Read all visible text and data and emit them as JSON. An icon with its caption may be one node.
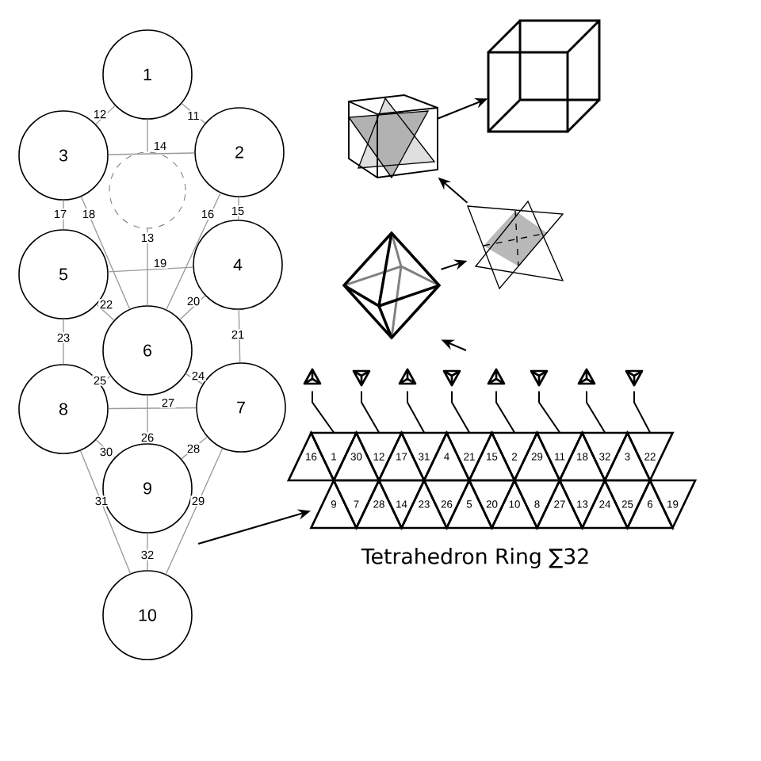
{
  "diagram": {
    "nodes": [
      {
        "text": [
          "1"
        ]
      },
      {
        "text": [
          "2"
        ]
      },
      {
        "text": [
          "3"
        ]
      },
      {
        "text": [
          "4"
        ]
      },
      {
        "text": [
          "5"
        ]
      },
      {
        "text": [
          "6"
        ]
      },
      {
        "text": [
          "7"
        ]
      },
      {
        "text": [
          "8"
        ]
      },
      {
        "text": [
          "9"
        ]
      },
      {
        "text": [
          "10"
        ]
      },
      {
        "text": [],
        "shape": "circle"
      },
      {
        "text": [],
        "shape": "picture"
      },
      {
        "text": [],
        "shape": "picture"
      },
      {
        "text": [],
        "shape": "picture"
      },
      {
        "text": [],
        "shape": "picture"
      },
      {
        "text": [],
        "shape": "triangle"
      },
      {
        "text": [],
        "shape": "triangle"
      },
      {
        "text": [],
        "shape": "triangle"
      },
      {
        "text": [],
        "shape": "triangle"
      },
      {
        "text": [],
        "shape": "triangle"
      },
      {
        "text": [],
        "shape": "triangle"
      },
      {
        "text": [],
        "shape": "triangle"
      },
      {
        "text": [],
        "shape": "triangle"
      },
      {
        "text": [
          "16"
        ]
      },
      {
        "text": [
          "1"
        ]
      },
      {
        "text": [
          "30"
        ]
      },
      {
        "text": [
          "12"
        ]
      },
      {
        "text": [
          "17"
        ]
      },
      {
        "text": [
          "31"
        ]
      },
      {
        "text": [
          "4"
        ]
      },
      {
        "text": [
          "21"
        ]
      },
      {
        "text": [
          "15"
        ]
      },
      {
        "text": [
          "2"
        ]
      },
      {
        "text": [
          "29"
        ]
      },
      {
        "text": [
          "11"
        ]
      },
      {
        "text": [
          "18"
        ]
      },
      {
        "text": [
          "32"
        ]
      },
      {
        "text": [
          "3"
        ]
      },
      {
        "text": [
          "22"
        ]
      },
      {
        "text": [
          "9"
        ]
      },
      {
        "text": [
          "7"
        ]
      },
      {
        "text": [
          "28"
        ]
      },
      {
        "text": [
          "14"
        ]
      },
      {
        "text": [
          "23"
        ]
      },
      {
        "text": [
          "26"
        ]
      },
      {
        "text": [
          "5"
        ]
      },
      {
        "text": [
          "20"
        ]
      },
      {
        "text": [
          "10"
        ]
      },
      {
        "text": [
          "8"
        ]
      },
      {
        "text": [
          "27"
        ]
      },
      {
        "text": [
          "13"
        ]
      },
      {
        "text": [
          "24"
        ]
      },
      {
        "text": [
          "25"
        ]
      },
      {
        "text": [
          "6"
        ]
      },
      {
        "text": [
          "19"
        ]
      }
    ],
    "edges": [
      {
        "from": 0,
        "to": 1,
        "arrow": "none",
        "label": "11"
      },
      {
        "from": 0,
        "to": 2,
        "arrow": "none",
        "label": "12"
      },
      {
        "from": 10,
        "to": 5,
        "arrow": "none",
        "label": "13"
      },
      {
        "from": 1,
        "to": 2,
        "arrow": "none",
        "label": "14"
      },
      {
        "from": 1,
        "to": 3,
        "arrow": "none",
        "label": "15"
      },
      {
        "from": 1,
        "to": 5,
        "arrow": "none",
        "label": "16"
      },
      {
        "from": 2,
        "to": 4,
        "arrow": "none",
        "label": "17"
      },
      {
        "from": 2,
        "to": 5,
        "arrow": "none",
        "label": "18"
      },
      {
        "from": 3,
        "to": 4,
        "arrow": "none",
        "label": "19"
      },
      {
        "from": 3,
        "to": 5,
        "arrow": "none",
        "label": "20"
      },
      {
        "from": 3,
        "to": 6,
        "arrow": "none",
        "label": "21"
      },
      {
        "from": 4,
        "to": 5,
        "arrow": "none",
        "label": "22"
      },
      {
        "from": 4,
        "to": 7,
        "arrow": "none",
        "label": "23"
      },
      {
        "from": 5,
        "to": 6,
        "arrow": "none",
        "label": "24"
      },
      {
        "from": 5,
        "to": 7,
        "arrow": "none",
        "label": "25"
      },
      {
        "from": 5,
        "to": 8,
        "arrow": "none",
        "label": "26"
      },
      {
        "from": 6,
        "to": 7,
        "arrow": "none",
        "label": "27"
      },
      {
        "from": 6,
        "to": 8,
        "arrow": "none",
        "label": "28"
      },
      {
        "from": 6,
        "to": 9,
        "arrow": "none",
        "label": "29"
      },
      {
        "from": 7,
        "to": 8,
        "arrow": "none",
        "label": "30"
      },
      {
        "from": 7,
        "to": 9,
        "arrow": "none",
        "label": "31"
      },
      {
        "from": 8,
        "to": 9,
        "arrow": "none",
        "label": "32"
      },
      {
        "from": 0,
        "to": 10,
        "arrow": "none"
      },
      {
        "from": 12,
        "to": 11,
        "arrow": "to",
        "color": "#000000"
      },
      {
        "from": 14,
        "to": 13,
        "arrow": "to",
        "color": "#000000"
      },
      {
        "from": 13,
        "to": 12,
        "arrow": "to",
        "color": "#000000"
      },
      {
        "from": null,
        "to": 14,
        "arrow": "to",
        "color": "#000000"
      },
      {
        "from": null,
        "to": 39,
        "arrow": "to",
        "color": "#000000"
      },
      {
        "from": 15,
        "to": 24,
        "arrow": "none",
        "color": "#000000"
      },
      {
        "from": 16,
        "to": 26,
        "arrow": "none",
        "color": "#000000"
      },
      {
        "from": 17,
        "to": 28,
        "arrow": "none",
        "color": "#000000"
      },
      {
        "from": 18,
        "to": 30,
        "arrow": "none",
        "color": "#000000"
      },
      {
        "from": 19,
        "to": 32,
        "arrow": "none",
        "color": "#000000"
      },
      {
        "from": 20,
        "to": 34,
        "arrow": "none",
        "color": "#000000"
      },
      {
        "from": 21,
        "to": 36,
        "arrow": "none",
        "color": "#000000"
      },
      {
        "from": 22,
        "to": 38,
        "arrow": "none",
        "color": "#000000"
      }
    ],
    "labels": [
      "Tetrahedron Ring ∑32"
    ]
  }
}
